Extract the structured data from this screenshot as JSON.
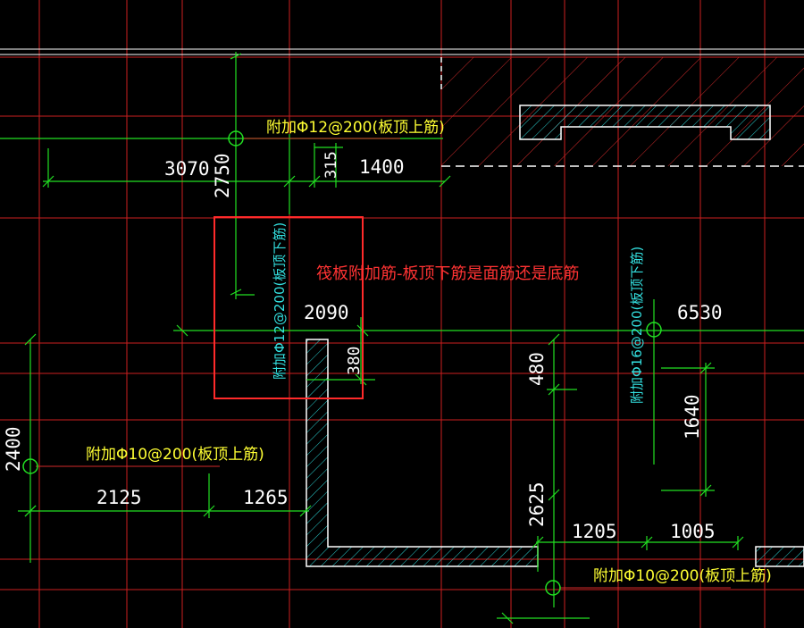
{
  "question": "筏板附加筋-板顶下筋是面筋还是底筋",
  "annotations": {
    "top_rebar_12": "附加Φ12@200(板顶上筋)",
    "bottom_rebar_12": "附加Φ12@200(板顶下筋)",
    "bottom_rebar_16": "附加Φ16@200(板顶下筋)",
    "left_rebar_10": "附加Φ10@200(板顶上筋)",
    "right_rebar_10": "附加Φ10@200(板顶上筋)"
  },
  "dimensions": {
    "d3070": "3070",
    "d2750": "2750",
    "d315": "315",
    "d1400": "1400",
    "d2090": "2090",
    "d380": "380",
    "d6530": "6530",
    "d480": "480",
    "d1640": "1640",
    "d2400": "2400",
    "d2125": "2125",
    "d1265": "1265",
    "d2625": "2625",
    "d1205": "1205",
    "d1005": "1005"
  },
  "colors": {
    "background": "#000000",
    "axis": "#cc1f1f",
    "dimension": "#22e022",
    "wall": "#ffffff",
    "hatch_red": "#d22a2a",
    "hatch_cyan": "#2ad0d0",
    "note_yellow": "#ffff33",
    "note_cyan": "#33e0e0",
    "highlight": "#ff2a2a"
  }
}
